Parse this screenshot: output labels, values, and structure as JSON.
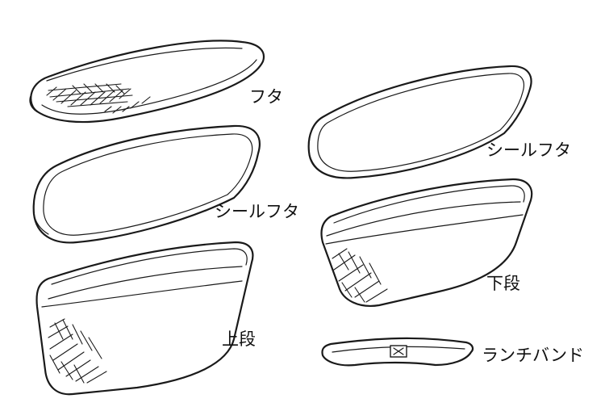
{
  "parts": {
    "lid": {
      "label": "フタ"
    },
    "seal_lid_left": {
      "label": "シールフタ"
    },
    "upper_tier": {
      "label": "上段"
    },
    "seal_lid_right": {
      "label": "シールフタ"
    },
    "lower_tier": {
      "label": "下段"
    },
    "lunch_band": {
      "label": "ランチバンド"
    }
  }
}
